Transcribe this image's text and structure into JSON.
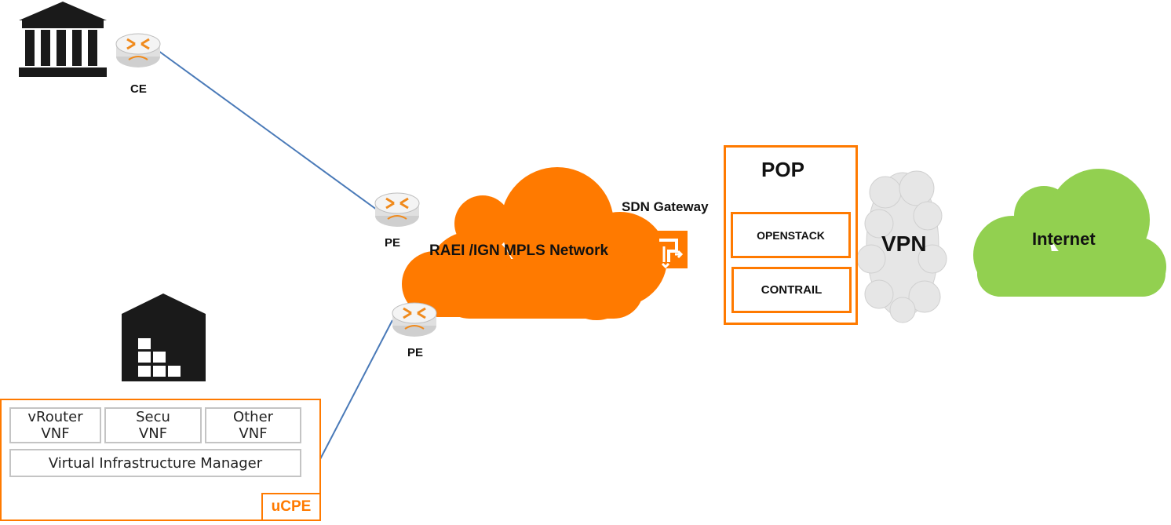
{
  "diagram": {
    "colors": {
      "orange": "#ff7a00",
      "green": "#92d050",
      "link_blue": "#4a7ab8",
      "building_black": "#1a1a1a",
      "vpn_cloud_gray": "#e6e6e6"
    },
    "nodes": {
      "ce_label": "CE",
      "pe_top_label": "PE",
      "pe_bottom_label": "PE",
      "mpls_cloud_label": "RAEI /IGN MPLS Network",
      "sdn_gateway_label": "SDN Gateway",
      "pop_title": "POP",
      "openstack_label": "OPENSTACK",
      "contrail_label": "CONTRAIL",
      "vpn_label": "VPN",
      "internet_label": "Internet"
    },
    "ucpe": {
      "label": "uCPE",
      "vnfs": [
        {
          "line1": "vRouter",
          "line2": "VNF"
        },
        {
          "line1": "Secu",
          "line2": "VNF"
        },
        {
          "line1": "Other",
          "line2": "VNF"
        }
      ],
      "vim_label": "Virtual Infrastructure Manager"
    },
    "icons": [
      "bank-building-icon",
      "warehouse-building-icon",
      "router-icon",
      "sdn-gateway-icon",
      "server-appliance-icon"
    ]
  }
}
